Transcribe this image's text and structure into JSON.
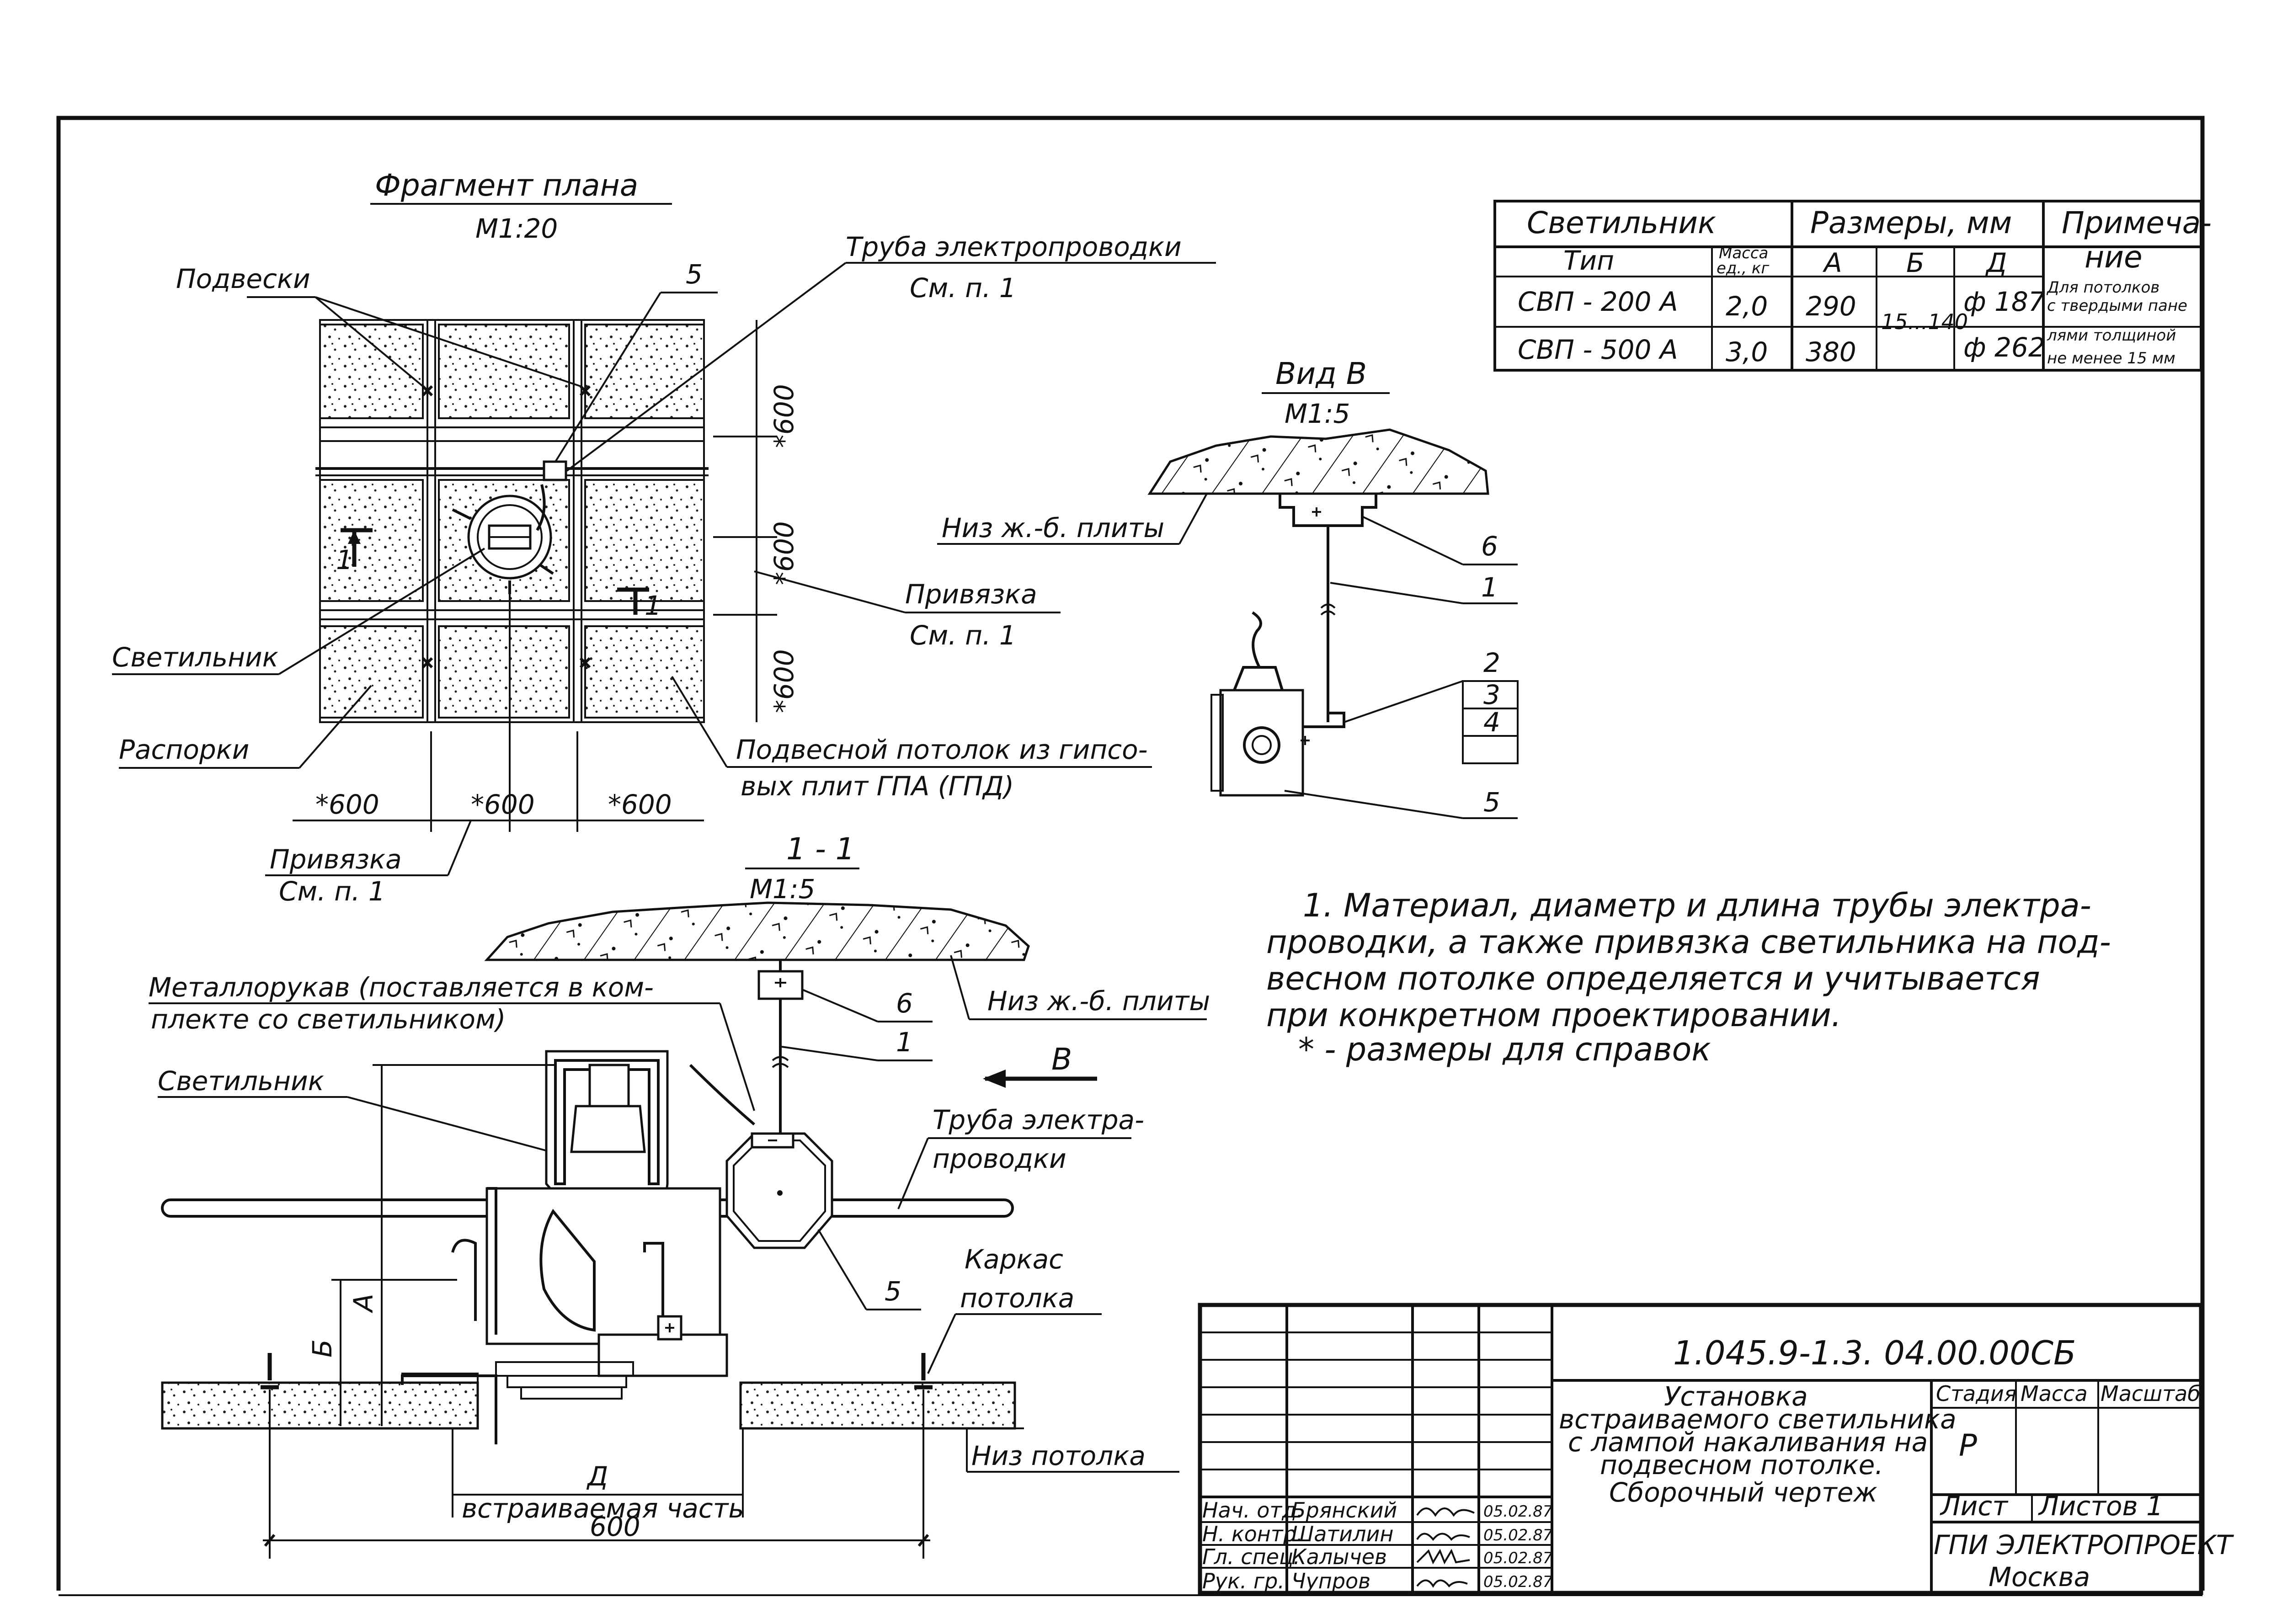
{
  "plan": {
    "title": "Фрагмент плана",
    "scale": "М1:20",
    "labels": {
      "hangers": "Подвески",
      "pipe": "Труба электропроводки",
      "pipe_ref": "См. п. 1",
      "position_5": "5",
      "luminaire": "Светильник",
      "struts": "Распорки",
      "binding": "Привязка",
      "binding_ref": "См. п. 1",
      "ceiling_1": "Подвесной потолок из гипсо-",
      "ceiling_2": "вых плит ГПА (ГПД)",
      "binding2": "Привязка",
      "binding2_ref": "См. п. 1"
    },
    "dims": [
      "*600",
      "*600",
      "*600",
      "*600",
      "*600",
      "*600"
    ],
    "section_marks": [
      "1",
      "1"
    ]
  },
  "section": {
    "title": "1 - 1",
    "scale": "М1:5",
    "labels": {
      "slab": "Низ ж.-б. плиты",
      "pos6": "6",
      "pos1": "1",
      "metal_1": "Металлорукав (поставляется в ком-",
      "metal_2": "плекте со светильником)",
      "luminaire": "Светильник",
      "arrow_b": "В",
      "pipe_1": "Труба электра-",
      "pipe_2": "проводки",
      "pos5": "5",
      "frame_1": "Каркас",
      "frame_2": "потолка",
      "ceiling_bottom": "Низ потолка",
      "dim_a": "А",
      "dim_b": "Б",
      "dim_d": "Д",
      "builtin": "встраиваемая часть",
      "dim600": "600"
    }
  },
  "view_b": {
    "title": "Вид В",
    "scale": "М1:5",
    "labels": {
      "slab": "Низ ж.-б. плиты",
      "positions": [
        "6",
        "1",
        "2",
        "3",
        "4",
        "5"
      ]
    }
  },
  "spec_table": {
    "header_luminaire": "Светильник",
    "header_sizes": "Размеры, мм",
    "header_note_1": "Примеча-",
    "header_note_2": "ние",
    "sub_type": "Тип",
    "sub_mass_1": "Масса",
    "sub_mass_2": "ед., кг",
    "sub_a": "А",
    "sub_b": "Б",
    "sub_d": "Д",
    "rows": [
      {
        "type": "СВП - 200 А",
        "mass": "2,0",
        "a": "290",
        "d": "ф 187"
      },
      {
        "type": "СВП - 500 А",
        "mass": "3,0",
        "a": "380",
        "d": "ф 262"
      }
    ],
    "b_value": "15...140",
    "note_lines": [
      "Для потолков",
      "с твердыми пане",
      "лями толщиной",
      "не менее 15 мм"
    ]
  },
  "notes": {
    "lines": [
      "1. Материал, диаметр и длина трубы электра-",
      "проводки, а также привязка светильника на под-",
      "весном потолке определяется и учитывается",
      "при конкретном проектировании.",
      "* - размеры для справок"
    ]
  },
  "title_block": {
    "code": "1.045.9-1.3. 04.00.00СБ",
    "title_lines": [
      "Установка",
      "встраиваемого светильника",
      "с лампой накаливания на",
      "подвесном потолке.",
      "Сборочный чертеж"
    ],
    "stage_header": "Стадия",
    "mass_header": "Масса",
    "scale_header": "Масштаб",
    "stage_value": "Р",
    "sheet_label": "Лист",
    "sheets_label": "Листов 1",
    "org_1": "ГПИ ЭЛЕКТРОПРОЕКТ",
    "org_2": "Москва",
    "signatures": [
      {
        "role": "Нач. отд.",
        "name": "Брянский",
        "date": "05.02.87"
      },
      {
        "role": "Н. контр.",
        "name": "Шатилин",
        "date": "05.02.87"
      },
      {
        "role": "Гл. спец.",
        "name": "Калычев",
        "date": "05.02.87"
      },
      {
        "role": "Рук. гр.",
        "name": "Чупров",
        "date": "05.02.87"
      }
    ]
  }
}
